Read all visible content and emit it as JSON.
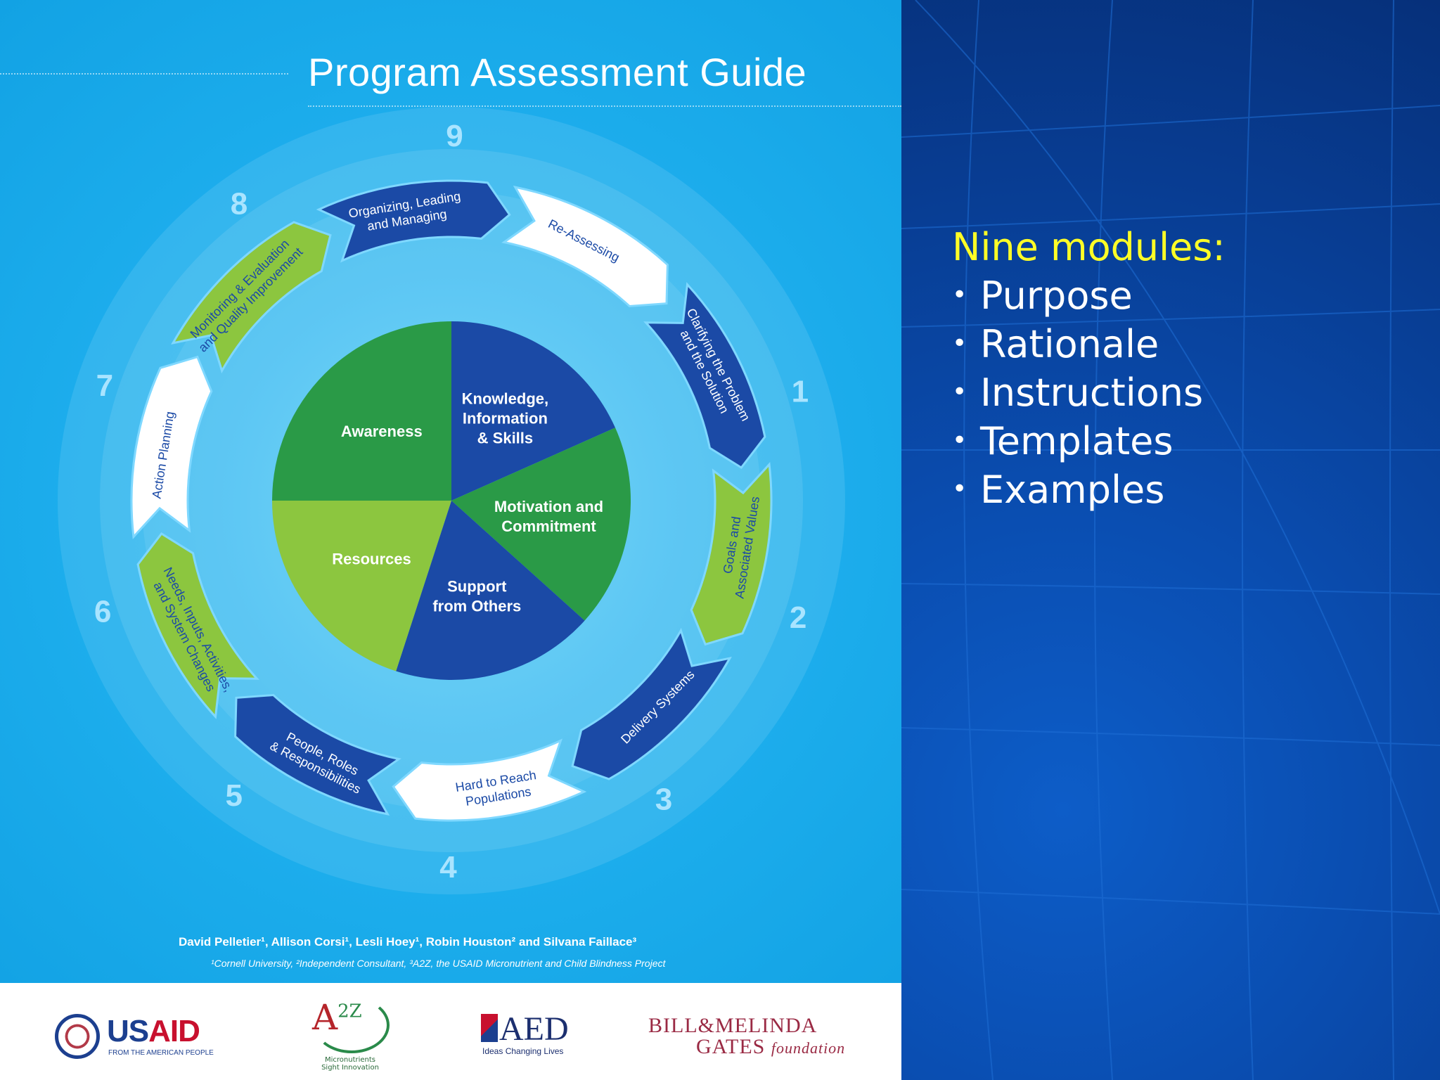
{
  "cover": {
    "title": "Program Assessment Guide",
    "wheel": {
      "center_segments": [
        {
          "label_lines": [
            "Knowledge,",
            "Information",
            "&  Skills"
          ],
          "color": "#1b4aa6"
        },
        {
          "label_lines": [
            "Motivation and",
            "Commitment"
          ],
          "color": "#2a9a47"
        },
        {
          "label_lines": [
            "Support",
            "from Others"
          ],
          "color": "#1b4aa6"
        },
        {
          "label_lines": [
            "Resources"
          ],
          "color": "#8cc63f"
        },
        {
          "label_lines": [
            "Awareness"
          ],
          "color": "#2a9a47"
        }
      ],
      "modules": [
        {
          "number": "1",
          "label_lines": [
            "Clarifying the Problem",
            "and the Solution"
          ],
          "color": "#1b4aa6"
        },
        {
          "number": "2",
          "label_lines": [
            "Goals and",
            "Associated Values"
          ],
          "color": "#8cc63f"
        },
        {
          "number": "3",
          "label_lines": [
            "Delivery Systems"
          ],
          "color": "#1b4aa6"
        },
        {
          "number": "4",
          "label_lines": [
            "Hard to Reach",
            "Populations"
          ],
          "color": "#ffffff"
        },
        {
          "number": "5",
          "label_lines": [
            "People, Roles",
            "& Responsibilities"
          ],
          "color": "#1b4aa6"
        },
        {
          "number": "6",
          "label_lines": [
            "Needs, Inputs, Activities,",
            "and System Changes"
          ],
          "color": "#8cc63f"
        },
        {
          "number": "7",
          "label_lines": [
            "Action Planning"
          ],
          "color": "#ffffff"
        },
        {
          "number": "8",
          "label_lines": [
            "Monitoring & Evaluation",
            "and Quality Improvement"
          ],
          "color": "#8cc63f"
        },
        {
          "number": "9",
          "label_lines": [
            "Organizing, Leading",
            "and Managing"
          ],
          "color": "#1b4aa6"
        },
        {
          "number": "",
          "label_lines": [
            "Re-Assessing"
          ],
          "color": "#ffffff"
        }
      ]
    },
    "authors": "David Pelletier¹, Allison Corsi¹, Lesli Hoey¹, Robin Houston² and Silvana Faillace³",
    "affiliations": "¹Cornell University, ²Independent Consultant, ³A2Z, the USAID Micronutrient and Child Blindness Project",
    "logos": {
      "usaid": {
        "word_us": "US",
        "word_aid": "AID",
        "tagline": "FROM THE AMERICAN PEOPLE"
      },
      "a2z": {
        "mark_a": "A",
        "mark_2z": "2Z",
        "tagline": "Micronutrients Sight Innovation"
      },
      "aed": {
        "word": "AED",
        "tagline": "Ideas Changing Lives"
      },
      "gates": {
        "line1": "BILL&MELINDA",
        "line2": "GATES",
        "line2_italic": "foundation"
      }
    }
  },
  "slide": {
    "heading": "Nine modules:",
    "bullet_glyph": "•",
    "items": [
      "Purpose",
      "Rationale",
      "Instructions",
      "Templates",
      "Examples"
    ],
    "colors": {
      "heading": "#ffff26",
      "text": "#ffffff"
    }
  }
}
